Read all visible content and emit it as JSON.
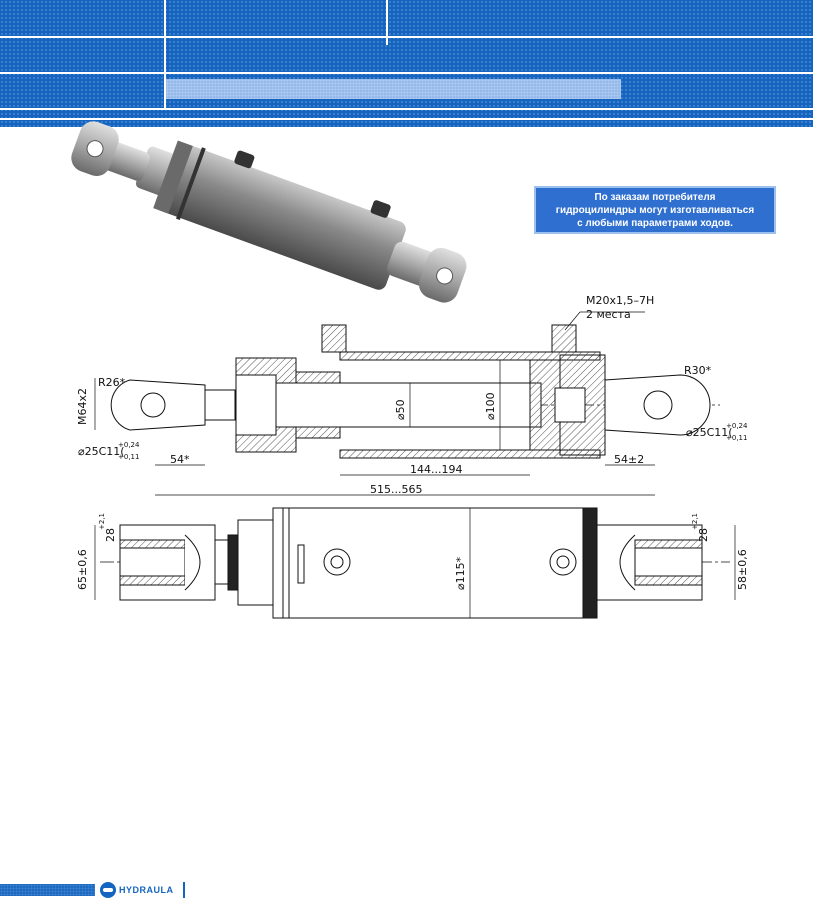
{
  "colors": {
    "brand_blue": "#1565c0",
    "highlight_bar": "#8fb6ea",
    "notice_bg": "#2f6fd0",
    "drawing_line": "#111111",
    "hatch": "#555555"
  },
  "notice": {
    "line1": "По заказам потребителя",
    "line2": "гидроцилиндры могут изготавливаться",
    "line3": "с любыми параметрами ходов."
  },
  "dimensions": {
    "port_thread": "M20x1,5–7H",
    "port_count": "2 места",
    "left_radius": "R26*",
    "right_radius": "R30*",
    "rod_thread": "M64x2",
    "pin_left": "⌀25C11(",
    "pin_right": "⌀25C11(",
    "tol_plus": "+0,24",
    "tol_minus": "+0,11",
    "rod_dia": "⌀50",
    "bore_dia": "⌀100",
    "left_eye": "54*",
    "right_eye": "54±2",
    "stroke": "144...194",
    "total_length": "515...565",
    "tube_dia": "⌀115*",
    "left_width": "65±0,6",
    "right_width": "58±0,6",
    "slot_left": "28",
    "slot_left_tol": "+2,1",
    "slot_right": "28",
    "slot_right_tol": "+2,1"
  },
  "footer": {
    "logo_text": "HYDRAULA"
  }
}
